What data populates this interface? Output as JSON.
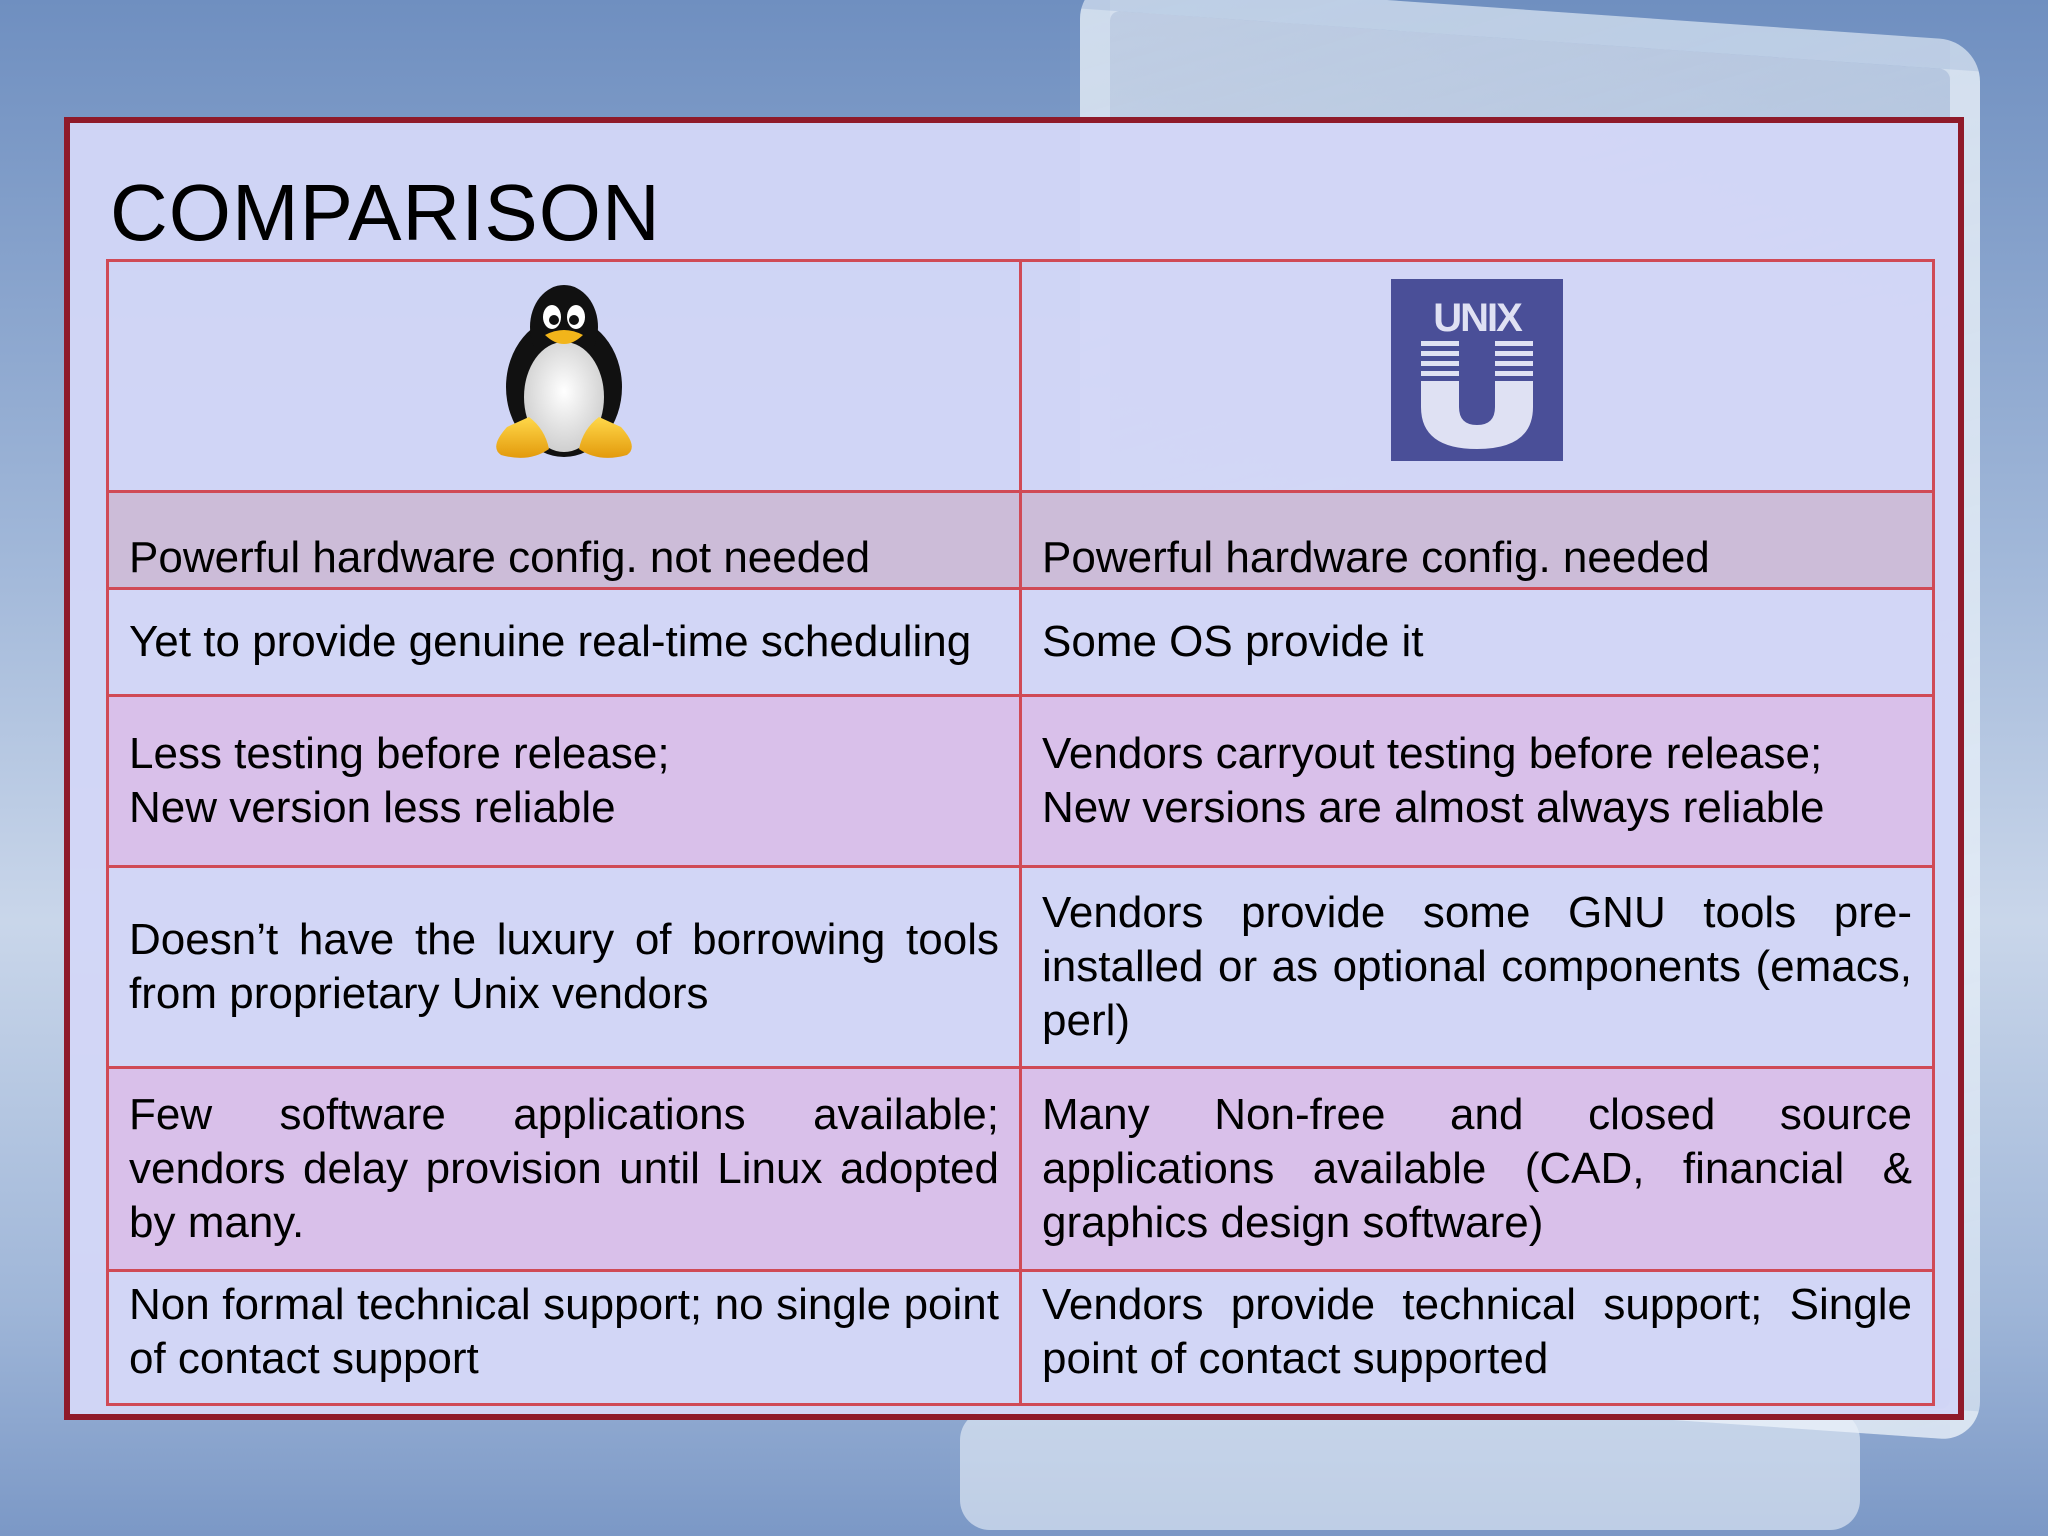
{
  "slide": {
    "title": "COMPARISON"
  },
  "logos": {
    "left": "tux-penguin-icon",
    "right_text": "UNIX",
    "right_color": "#4a4f98"
  },
  "rows": [
    {
      "linux": "Powerful hardware config. not needed",
      "unix": "Powerful hardware config. needed"
    },
    {
      "linux": "Yet to provide genuine real-time scheduling",
      "unix": "Some OS provide it"
    },
    {
      "linux": "Less testing before release;\nNew version less reliable",
      "unix": "Vendors carryout testing before release;\nNew versions are almost always reliable"
    },
    {
      "linux": "Doesn’t have the luxury of borrowing tools from proprietary Unix vendors",
      "unix": "Vendors provide some GNU tools pre-installed or as optional components (emacs, perl)"
    },
    {
      "linux": "Few software applications available; vendors delay provision until Linux adopted by many.",
      "unix": "Many Non-free and closed source applications available (CAD, financial & graphics design software)"
    },
    {
      "linux": "Non formal technical support; no single point of contact support",
      "unix": "Vendors provide technical support; Single point of contact supported"
    }
  ],
  "colors": {
    "frame": "#8f1a2a",
    "grid": "#d04a56",
    "row_light": "#d2d6f6",
    "row_purple": "#d9c0ea",
    "row_mauve": "#ccbcd8"
  }
}
